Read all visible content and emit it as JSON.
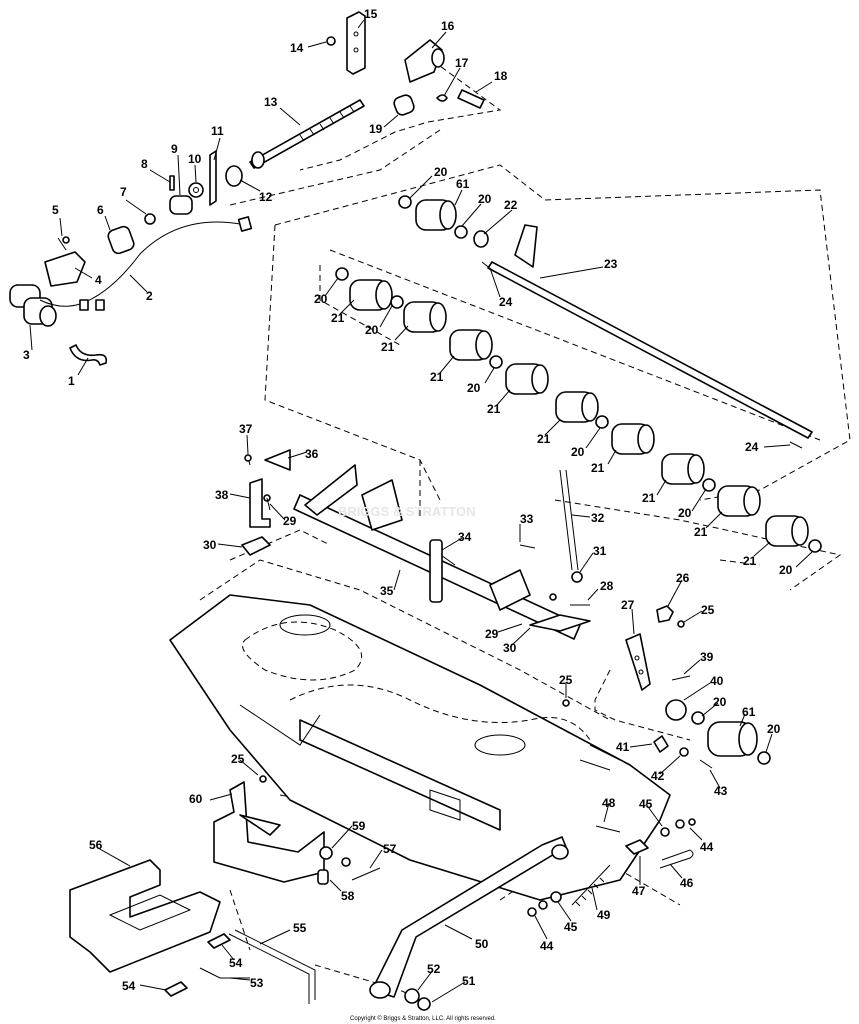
{
  "diagram": {
    "watermark": "BRIGGS & STRATTON",
    "copyright": "Copyright © Briggs & Stratton, LLC. All rights reserved.",
    "callouts": [
      {
        "id": "c1",
        "label": "1"
      },
      {
        "id": "c2",
        "label": "2"
      },
      {
        "id": "c3",
        "label": "3"
      },
      {
        "id": "c4",
        "label": "4"
      },
      {
        "id": "c5",
        "label": "5"
      },
      {
        "id": "c6",
        "label": "6"
      },
      {
        "id": "c7",
        "label": "7"
      },
      {
        "id": "c8",
        "label": "8"
      },
      {
        "id": "c9",
        "label": "9"
      },
      {
        "id": "c10",
        "label": "10"
      },
      {
        "id": "c11",
        "label": "11"
      },
      {
        "id": "c12",
        "label": "12"
      },
      {
        "id": "c13",
        "label": "13"
      },
      {
        "id": "c14",
        "label": "14"
      },
      {
        "id": "c15",
        "label": "15"
      },
      {
        "id": "c16",
        "label": "16"
      },
      {
        "id": "c17",
        "label": "17"
      },
      {
        "id": "c18",
        "label": "18"
      },
      {
        "id": "c19",
        "label": "19"
      },
      {
        "id": "c20a",
        "label": "20"
      },
      {
        "id": "c61a",
        "label": "61"
      },
      {
        "id": "c20b",
        "label": "20"
      },
      {
        "id": "c22",
        "label": "22"
      },
      {
        "id": "c23",
        "label": "23"
      },
      {
        "id": "c24a",
        "label": "24"
      },
      {
        "id": "c20c",
        "label": "20"
      },
      {
        "id": "c21a",
        "label": "21"
      },
      {
        "id": "c20d",
        "label": "20"
      },
      {
        "id": "c21b",
        "label": "21"
      },
      {
        "id": "c21c",
        "label": "21"
      },
      {
        "id": "c20e",
        "label": "20"
      },
      {
        "id": "c21d",
        "label": "21"
      },
      {
        "id": "c21e",
        "label": "21"
      },
      {
        "id": "c20f",
        "label": "20"
      },
      {
        "id": "c21f",
        "label": "21"
      },
      {
        "id": "c24b",
        "label": "24"
      },
      {
        "id": "c21g",
        "label": "21"
      },
      {
        "id": "c20g",
        "label": "20"
      },
      {
        "id": "c21h",
        "label": "21"
      },
      {
        "id": "c21i",
        "label": "21"
      },
      {
        "id": "c20h",
        "label": "20"
      },
      {
        "id": "c37",
        "label": "37"
      },
      {
        "id": "c36",
        "label": "36"
      },
      {
        "id": "c38",
        "label": "38"
      },
      {
        "id": "c29a",
        "label": "29"
      },
      {
        "id": "c30a",
        "label": "30"
      },
      {
        "id": "c33",
        "label": "33"
      },
      {
        "id": "c32",
        "label": "32"
      },
      {
        "id": "c34",
        "label": "34"
      },
      {
        "id": "c31",
        "label": "31"
      },
      {
        "id": "c35",
        "label": "35"
      },
      {
        "id": "c28",
        "label": "28"
      },
      {
        "id": "c29b",
        "label": "29"
      },
      {
        "id": "c30b",
        "label": "30"
      },
      {
        "id": "c26",
        "label": "26"
      },
      {
        "id": "c25a",
        "label": "25"
      },
      {
        "id": "c27",
        "label": "27"
      },
      {
        "id": "c39",
        "label": "39"
      },
      {
        "id": "c25b",
        "label": "25"
      },
      {
        "id": "c40",
        "label": "40"
      },
      {
        "id": "c20i",
        "label": "20"
      },
      {
        "id": "c61b",
        "label": "61"
      },
      {
        "id": "c20j",
        "label": "20"
      },
      {
        "id": "c41",
        "label": "41"
      },
      {
        "id": "c42",
        "label": "42"
      },
      {
        "id": "c43",
        "label": "43"
      },
      {
        "id": "c25c",
        "label": "25"
      },
      {
        "id": "c60",
        "label": "60"
      },
      {
        "id": "c59",
        "label": "59"
      },
      {
        "id": "c57",
        "label": "57"
      },
      {
        "id": "c58",
        "label": "58"
      },
      {
        "id": "c48",
        "label": "48"
      },
      {
        "id": "c45a",
        "label": "45"
      },
      {
        "id": "c44a",
        "label": "44"
      },
      {
        "id": "c46",
        "label": "46"
      },
      {
        "id": "c47",
        "label": "47"
      },
      {
        "id": "c56",
        "label": "56"
      },
      {
        "id": "c49",
        "label": "49"
      },
      {
        "id": "c44b",
        "label": "44"
      },
      {
        "id": "c45b",
        "label": "45"
      },
      {
        "id": "c55",
        "label": "55"
      },
      {
        "id": "c50",
        "label": "50"
      },
      {
        "id": "c54a",
        "label": "54"
      },
      {
        "id": "c53",
        "label": "53"
      },
      {
        "id": "c54b",
        "label": "54"
      },
      {
        "id": "c52",
        "label": "52"
      },
      {
        "id": "c51",
        "label": "51"
      }
    ]
  }
}
